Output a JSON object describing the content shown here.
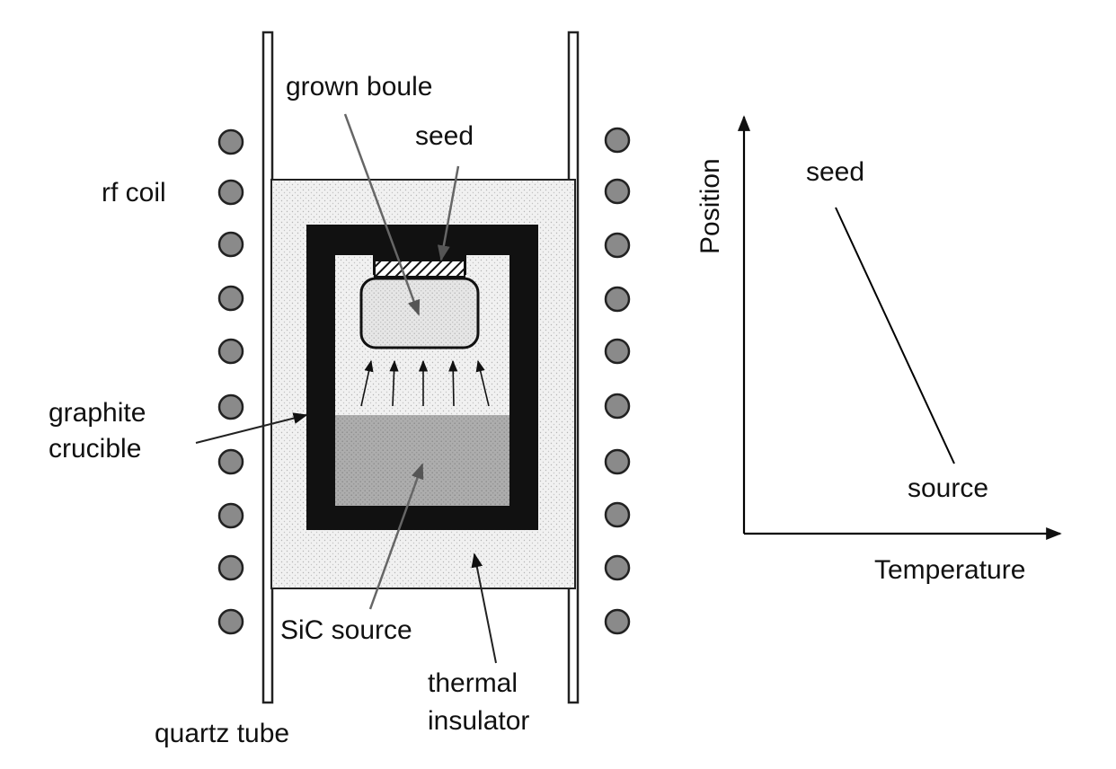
{
  "labels": {
    "grown_boule": "grown boule",
    "seed": "seed",
    "rf_coil": "rf coil",
    "graphite_line1": "graphite",
    "graphite_line2": "crucible",
    "sic_source": "SiC source",
    "thermal_line1": "thermal",
    "thermal_line2": "insulator",
    "quartz_tube": "quartz tube"
  },
  "profile_plot": {
    "y_axis_label": "Position",
    "x_axis_label": "Temperature",
    "top_label": "seed",
    "bottom_label": "source"
  },
  "colors": {
    "coil_fill": "#8a8a8a",
    "crucible": "#111111",
    "insulator": "#ececec",
    "boule": "#e2e2e2",
    "source": "#a8a8a8"
  }
}
